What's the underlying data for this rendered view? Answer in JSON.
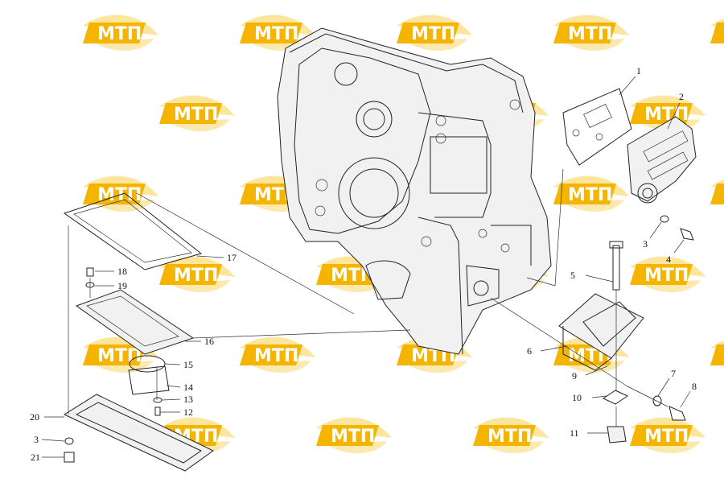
{
  "watermark": {
    "text": "МТП",
    "color": "#f4b400"
  },
  "callouts": {
    "items": [
      {
        "id": "c1",
        "label": "1"
      },
      {
        "id": "c2",
        "label": "2"
      },
      {
        "id": "c3a",
        "label": "3"
      },
      {
        "id": "c4",
        "label": "4"
      },
      {
        "id": "c5",
        "label": "5"
      },
      {
        "id": "c6",
        "label": "6"
      },
      {
        "id": "c7",
        "label": "7"
      },
      {
        "id": "c8",
        "label": "8"
      },
      {
        "id": "c9",
        "label": "9"
      },
      {
        "id": "c10",
        "label": "10"
      },
      {
        "id": "c11",
        "label": "11"
      },
      {
        "id": "c12",
        "label": "12"
      },
      {
        "id": "c13",
        "label": "13"
      },
      {
        "id": "c14",
        "label": "14"
      },
      {
        "id": "c15",
        "label": "15"
      },
      {
        "id": "c16",
        "label": "16"
      },
      {
        "id": "c17",
        "label": "17"
      },
      {
        "id": "c18",
        "label": "18"
      },
      {
        "id": "c19",
        "label": "19"
      },
      {
        "id": "c20",
        "label": "20"
      },
      {
        "id": "c3b",
        "label": "3"
      },
      {
        "id": "c21",
        "label": "21"
      }
    ]
  }
}
